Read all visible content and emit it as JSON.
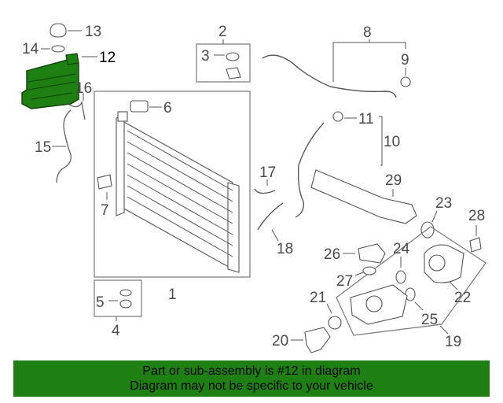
{
  "callouts": {
    "c1": "1",
    "c2": "2",
    "c3": "3",
    "c4": "4",
    "c5": "5",
    "c6": "6",
    "c7": "7",
    "c8": "8",
    "c9": "9",
    "c10": "10",
    "c11": "11",
    "c12": "12",
    "c13": "13",
    "c14": "14",
    "c15": "15",
    "c16": "16",
    "c17": "17",
    "c18": "18",
    "c19": "19",
    "c20": "20",
    "c21": "21",
    "c22": "22",
    "c23": "23",
    "c24": "24",
    "c25": "25",
    "c26": "26",
    "c27": "27",
    "c28": "28",
    "c29": "29"
  },
  "highlight": {
    "part_number": "12",
    "color": "#1e8012"
  },
  "banner": {
    "line1": "Part or sub-assembly is #12 in diagram",
    "line2": "Diagram may not be specific to your vehicle",
    "background": "#1e8012"
  }
}
